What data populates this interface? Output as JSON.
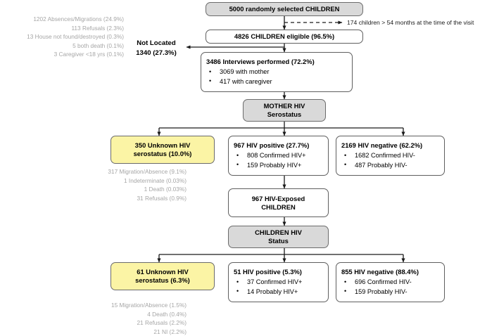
{
  "diagram": {
    "title": "CHILDREN HIV serostatus study flow diagram",
    "colors": {
      "shaded_fill": "#d9d9d9",
      "highlight_fill": "#fbf4a5",
      "border": "#5f5f5f",
      "sidenote_text": "#a6a6a6",
      "body_text": "#000000"
    }
  },
  "nodes": {
    "source": {
      "title": "5000 randomly selected CHILDREN"
    },
    "eligible": {
      "title": "4826 CHILDREN eligible (96.5%)"
    },
    "interviews": {
      "title": "3486 Interviews performed (72.2%)",
      "bullets": [
        "3069 with mother",
        "417 with caregiver"
      ]
    },
    "mother_status": {
      "title": "MOTHER HIV",
      "sub": "Serostatus"
    },
    "mother_unknown": {
      "title": "350 Unknown HIV",
      "sub": "serostatus (10.0%)"
    },
    "mother_positive": {
      "title": "967 HIV positive (27.7%)",
      "bullets": [
        "808 Confirmed HIV+",
        "159 Probably HIV+"
      ]
    },
    "mother_negative": {
      "title": "2169 HIV negative (62.2%)",
      "bullets": [
        "1682 Confirmed HIV-",
        "487 Probably HIV-"
      ]
    },
    "exposed": {
      "title": "967 HIV-Exposed",
      "sub": "CHILDREN"
    },
    "children_status": {
      "title": "CHILDREN HIV",
      "sub": "Status"
    },
    "children_unknown": {
      "title": "61 Unknown HIV",
      "sub": "serostatus (6.3%)"
    },
    "children_positive": {
      "title": "51 HIV positive (5.3%)",
      "bullets": [
        "37 Confirmed HIV+",
        "14 Probably HIV+"
      ]
    },
    "children_negative": {
      "title": "855 HIV negative (88.4%)",
      "bullets": [
        "696 Confirmed HIV-",
        "159 Probably HIV-"
      ]
    }
  },
  "annotations": {
    "excluded_age": "174 children > 54 months at the time of the visit",
    "not_located": {
      "line1": "Not Located",
      "line2": "1340 (27.3%)"
    }
  },
  "sidenotes": {
    "not_located_reasons": [
      "1202 Absences/Migrations (24.9%)",
      "113 Refusals (2.3%)",
      "13 House not found/destroyed (0.3%)",
      "5 both death (0.1%)",
      "3 Caregiver <18 yrs (0.1%)"
    ],
    "mother_unknown_reasons": [
      "317 Migration/Absence (9.1%)",
      "1 Indeterminate (0.03%)",
      "1 Death (0.03%)",
      "31 Refusals (0.9%)"
    ],
    "children_unknown_reasons": [
      "15 Migration/Absence (1.5%)",
      "4 Death (0.4%)",
      "21 Refusals (2.2%)",
      "21 NI (2.2%)"
    ]
  }
}
